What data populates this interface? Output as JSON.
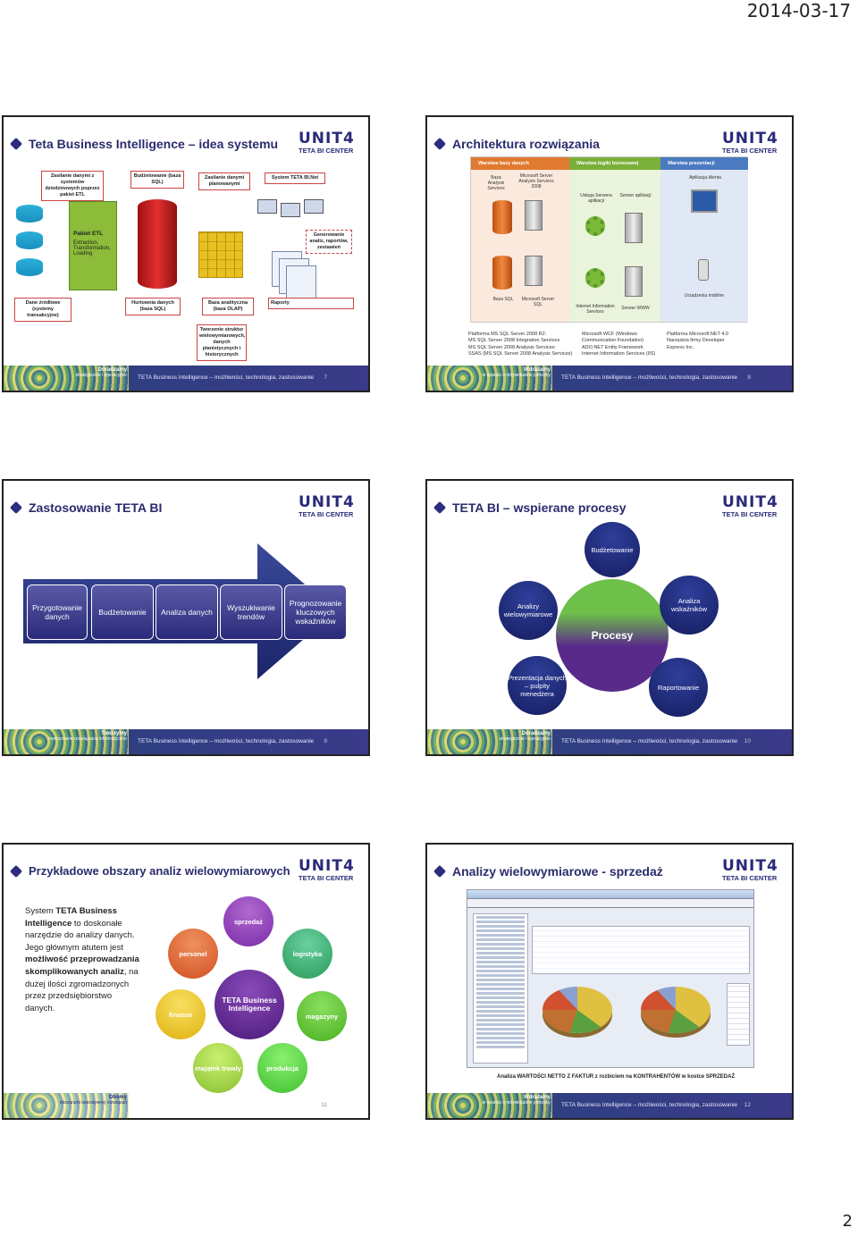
{
  "page": {
    "date": "2014-03-17",
    "number": "2"
  },
  "footer": {
    "text": "TETA Business Intelligence – możliwości, technologia, zastosowanie",
    "slogans": {
      "s7": [
        "Doradzamy",
        "strategicznie i operacyjnie"
      ],
      "s8": [
        "Wdrażamy",
        "w oparciu o indywidualne potrzeby"
      ],
      "s9": [
        "Tworzymy",
        "nowoczesne rozwiązania informatyczne"
      ],
      "s10": [
        "Doradzamy",
        "strategicznie i operacyjnie"
      ],
      "s11": [
        "Obsmy",
        "obszarami operatywnej rozwiązań"
      ],
      "s12": [
        "Wdrażamy",
        "w oparciu o indywidualne potrzeby"
      ]
    }
  },
  "logo": {
    "word": "UNIT4",
    "sub": "TETA BI CENTER"
  },
  "slides": {
    "s7": {
      "title": "Teta Business Intelligence – idea systemu",
      "number": "7",
      "labels": {
        "source_load": "Zasilanie danymi z systemów dziedzinowych poprzez pakiet ETL",
        "budget_db": "Budżetowanie (baza SQL)",
        "plan_data": "Zasilanie danymi planowanymi",
        "net_system": "System TETA BI.Net",
        "reports_gen": "Generowanie analiz, raportów, zestawień",
        "sources": "Dane źródłowe (systemy transakcyjne)",
        "warehouse": "Hurtownia danych (baza SQL)",
        "olap": "Baza analityczna (baza OLAP)",
        "reports": "Raporty",
        "multidim": "Tworzenie struktur wielowymiarowych, danych planistycznych i historycznych"
      },
      "etl": {
        "title": "Pakiet ETL",
        "desc": "Extraction, Transformation, Loading"
      }
    },
    "s8": {
      "title": "Architektura rozwiązania",
      "number": "8",
      "columns": [
        "Warstwa bazy danych",
        "Warstwa logiki biznesowej",
        "Warstwa prezentacji"
      ],
      "diagram": {
        "ssas": "Baza Analysis Services",
        "ms_as": "Microsoft Server Analysis Services 2008",
        "service": "Usługa Serwera aplikacji",
        "app_server": "Serwer aplikacji",
        "client": "Aplikacja klienta",
        "sql_db": "Baza SQL",
        "ms_sql": "Microsoft Server SQL",
        "iis": "Internet Information Services",
        "www": "Serwer WWW",
        "mobile": "Urządzenia mobilne"
      },
      "text_col1": [
        "Platforma MS SQL Server 2008 R2:",
        "MS SQL Server 2008 Integration Services",
        "MS SQL Server 2008 Analysis Services:",
        "SSAS (MS SQL Server 2008 Analysis Services)"
      ],
      "text_col2": [
        "Microsoft WCF (Windows",
        "Communication Foundation)",
        "ADO.NET Entity Framework",
        "Internet Information Services (IIS)"
      ],
      "text_col3": [
        "Platforma Microsoft.NET 4.0",
        "Narzędzia firmy Developer",
        "Express Inc."
      ]
    },
    "s9": {
      "title": "Zastosowanie TETA BI",
      "number": "9",
      "steps": [
        "Przygotowanie danych",
        "Budżetowanie",
        "Analiza danych",
        "Wyszukiwanie trendów",
        "Prognozowanie kluczowych wskaźników"
      ]
    },
    "s10": {
      "title": "TETA BI – wspierane procesy",
      "number": "10",
      "center": "Procesy",
      "nodes": {
        "top": "Budżetowanie",
        "left": "Analizy wielowymiarowe",
        "right": "Analiza wskaźników",
        "bottom_left": "Prezentacja danych – pulpity menedżera",
        "bottom_right": "Raportowanie"
      }
    },
    "s11": {
      "title": "Przykładowe obszary analiz wielowymiarowych",
      "number": "11",
      "text_parts": [
        "System ",
        "TETA Business Intelligence",
        " to doskonałe narzędzie do analizy danych. Jego głównym atutem jest ",
        "możliwość przeprowadzania skomplikowanych analiz",
        ", na dużej ilości zgromadzonych przez przedsiębiorstwo danych."
      ],
      "center": "TETA Business Intelligence",
      "bubbles": {
        "sprzedaz": "sprzedaż",
        "personel": "personel",
        "logistyka": "logistyka",
        "finanse": "finanse",
        "magazyny": "magazyny",
        "majatek": "majątek trwały",
        "produkcja": "produkcja"
      }
    },
    "s12": {
      "title": "Analizy wielowymiarowe - sprzedaż",
      "number": "12",
      "caption": "Analiza WARTOŚCI NETTO Z FAKTUR z rozbiciem na KONTRAHENTÓW w kostce SPRZEDAŻ"
    }
  },
  "colors": {
    "navy": "#2a2a7a",
    "green": "#6ec04a",
    "purple": "#5a2a8a"
  }
}
